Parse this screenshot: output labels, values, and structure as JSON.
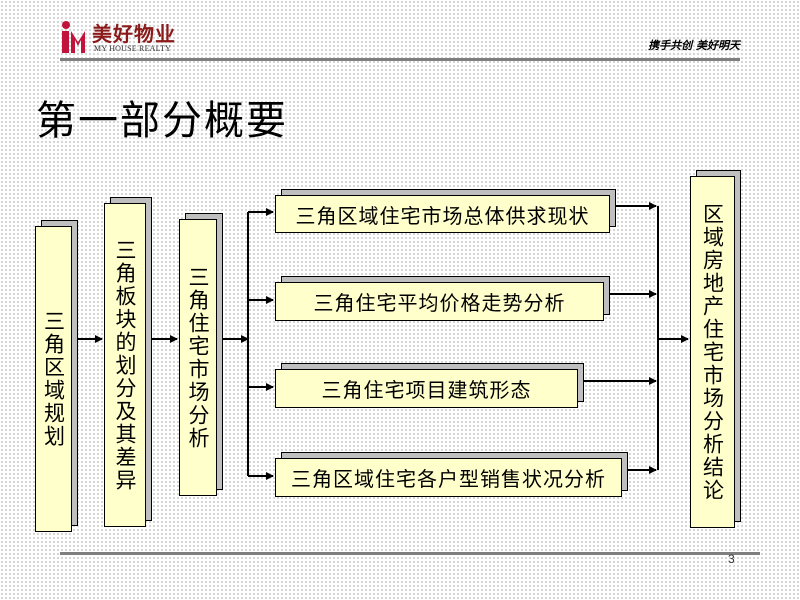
{
  "header": {
    "brand_cn": "美好物业",
    "brand_en": "MY HOUSE REALTY",
    "slogan": "携手共创 美好明天",
    "logo_color": "#c0143c"
  },
  "title": "第一部分概要",
  "diagram": {
    "box_fill": "#ffffcc",
    "nodes": {
      "n1": "三角区域规划",
      "n2": "三角板块的划分及其差异",
      "n3": "三角住宅市场分析",
      "n4": "三角区域住宅市场总体供求现状",
      "n5": "三角住宅平均价格走势分析",
      "n6": "三角住宅项目建筑形态",
      "n7": "三角区域住宅各户型销售状况分析",
      "n8": "区域房地产住宅市场分析结论"
    }
  },
  "footer": {
    "page_number": "3"
  }
}
